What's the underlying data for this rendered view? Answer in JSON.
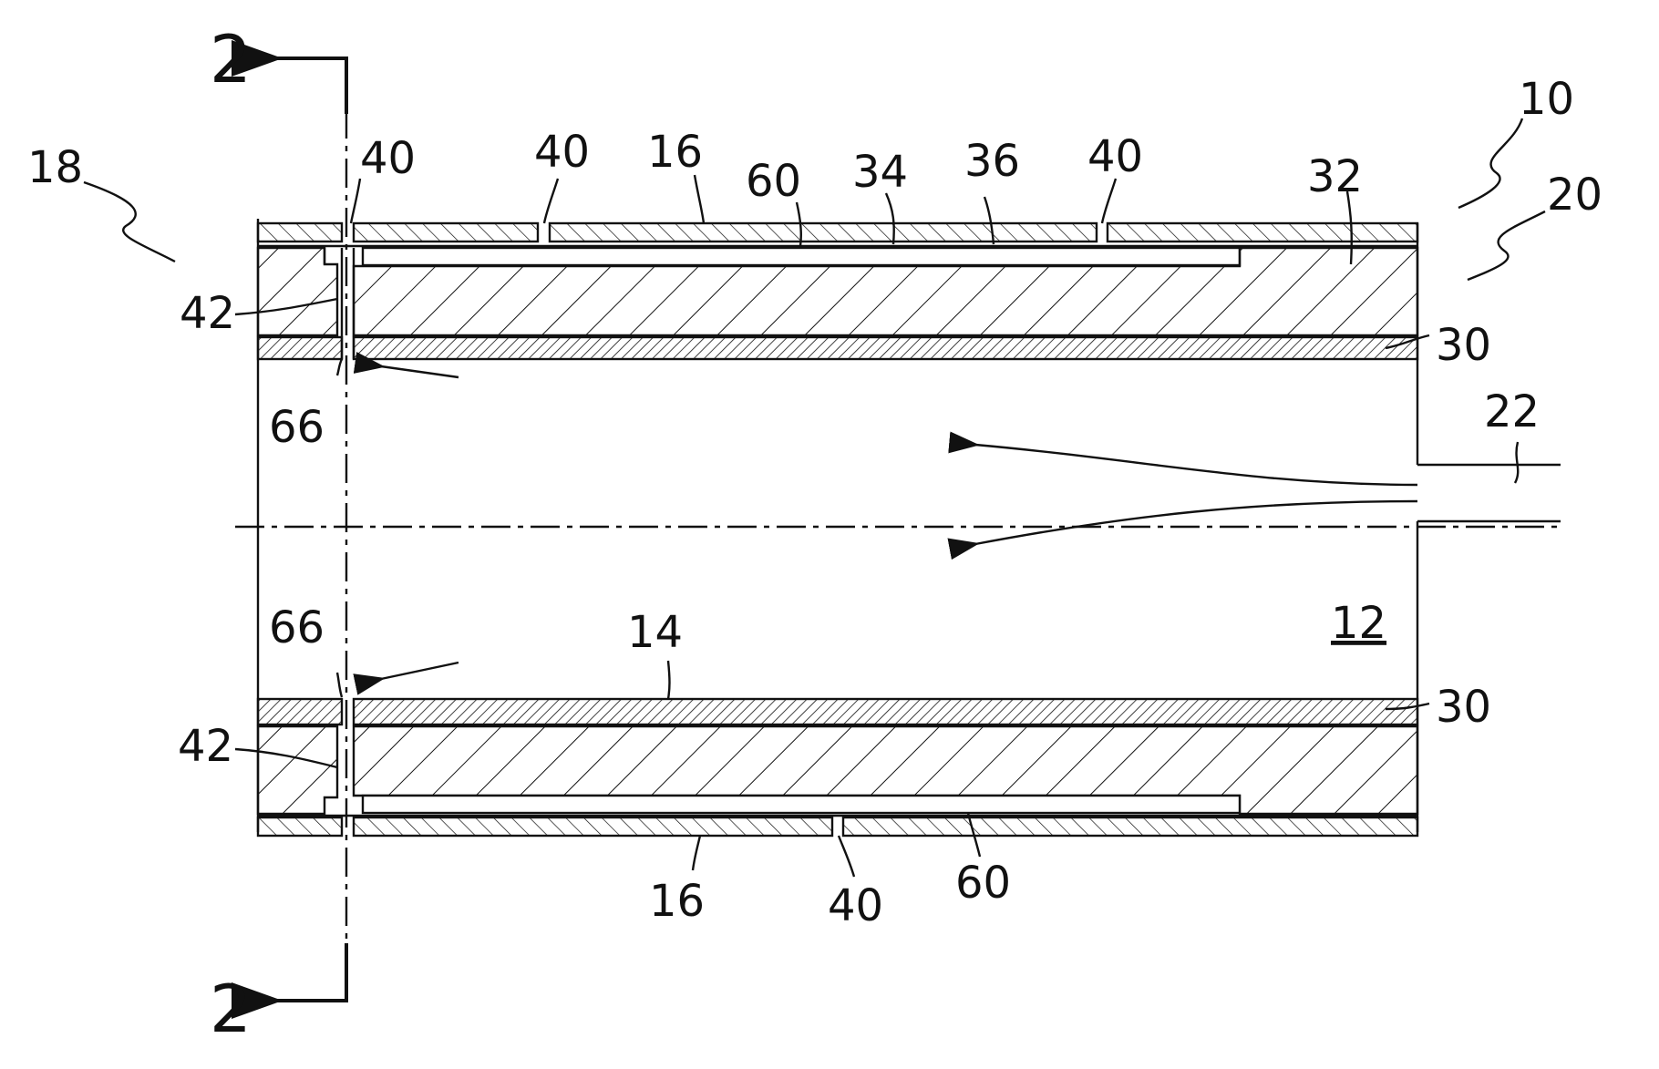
{
  "figure": {
    "section_marks": {
      "top": "2",
      "bottom": "2"
    },
    "labels": {
      "assembly": "10",
      "tube": "12",
      "inner_wall": "14",
      "outer_sleeve_top": "16",
      "outer_sleeve_bottom": "16",
      "inlet_end": "18",
      "outlet_end": "20",
      "tail_pipe": "22",
      "inner_layer_top": "30",
      "inner_layer_bottom": "30",
      "body_layer": "32",
      "coating_34": "34",
      "coating_36": "36",
      "gap_a": "40",
      "gap_b": "40",
      "gap_c": "40",
      "gap_d": "40",
      "gap_bottom": "40",
      "passage_top": "42",
      "passage_bottom": "42",
      "channel_top": "60",
      "channel_bottom": "60",
      "outlet_top": "66",
      "outlet_bottom": "66"
    }
  }
}
